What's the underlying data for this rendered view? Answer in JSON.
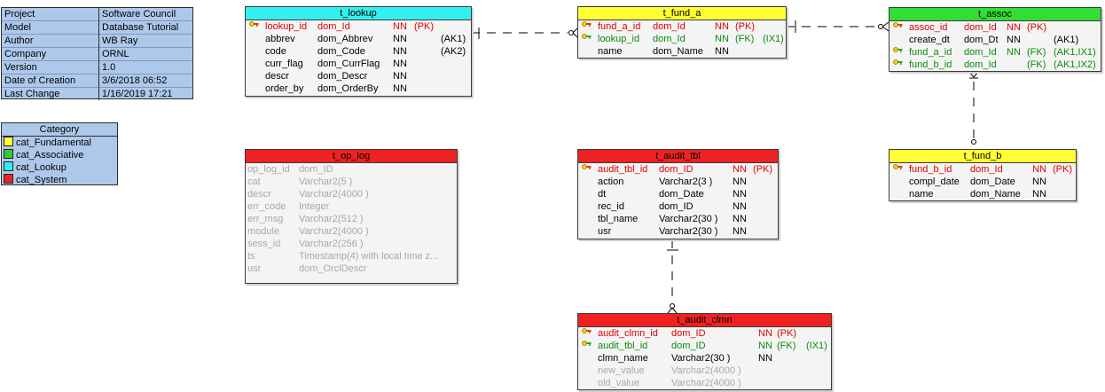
{
  "info": {
    "rows": [
      {
        "k": "Project",
        "v": "Software Council"
      },
      {
        "k": "Model",
        "v": "Database Tutorial"
      },
      {
        "k": "Author",
        "v": "WB Ray"
      },
      {
        "k": "Company",
        "v": "ORNL"
      },
      {
        "k": "Version",
        "v": "1.0"
      },
      {
        "k": "Date of Creation",
        "v": "3/6/2018 06:52"
      },
      {
        "k": "Last Change",
        "v": "1/16/2019 17:21"
      }
    ]
  },
  "legend": {
    "title": "Category",
    "items": [
      {
        "label": "cat_Fundamental",
        "color": "#ffff33"
      },
      {
        "label": "cat_Associative",
        "color": "#33cc33"
      },
      {
        "label": "cat_Lookup",
        "color": "#33eeee"
      },
      {
        "label": "cat_System",
        "color": "#ee2222"
      }
    ]
  },
  "entities": {
    "t_lookup": {
      "title": "t_lookup",
      "color": "#33f0f0",
      "rows": [
        {
          "key": "pk",
          "name": "lookup_id",
          "type": "dom_Id",
          "nn": "NN",
          "tag": "(PK)",
          "ak": "",
          "style": "red"
        },
        {
          "key": "",
          "name": "abbrev",
          "type": "dom_Abbrev",
          "nn": "NN",
          "tag": "",
          "ak": "(AK1)",
          "style": ""
        },
        {
          "key": "",
          "name": "code",
          "type": "dom_Code",
          "nn": "NN",
          "tag": "",
          "ak": "(AK2)",
          "style": ""
        },
        {
          "key": "",
          "name": "curr_flag",
          "type": "dom_CurrFlag",
          "nn": "NN",
          "tag": "",
          "ak": "",
          "style": ""
        },
        {
          "key": "",
          "name": "descr",
          "type": "dom_Descr",
          "nn": "NN",
          "tag": "",
          "ak": "",
          "style": ""
        },
        {
          "key": "",
          "name": "order_by",
          "type": "dom_OrderBy",
          "nn": "NN",
          "tag": "",
          "ak": "",
          "style": ""
        }
      ]
    },
    "t_fund_a": {
      "title": "t_fund_a",
      "color": "#ffff33",
      "rows": [
        {
          "key": "pk",
          "name": "fund_a_id",
          "type": "dom_Id",
          "nn": "NN",
          "tag": "(PK)",
          "ak": "",
          "style": "red"
        },
        {
          "key": "fk",
          "name": "lookup_id",
          "type": "dom_Id",
          "nn": "NN",
          "tag": "(FK)",
          "ak": "(IX1)",
          "style": "green"
        },
        {
          "key": "",
          "name": "name",
          "type": "dom_Name",
          "nn": "NN",
          "tag": "",
          "ak": "",
          "style": ""
        }
      ]
    },
    "t_assoc": {
      "title": "t_assoc",
      "color": "#33dd33",
      "rows": [
        {
          "key": "pk",
          "name": "assoc_id",
          "type": "dom_Id",
          "nn": "NN",
          "tag": "(PK)",
          "ak": "",
          "style": "red"
        },
        {
          "key": "",
          "name": "create_dt",
          "type": "dom_Dt",
          "nn": "NN",
          "tag": "",
          "ak": "(AK1)",
          "style": ""
        },
        {
          "key": "fk",
          "name": "fund_a_id",
          "type": "dom_Id",
          "nn": "NN",
          "tag": "(FK)",
          "ak": "(AK1,IX1)",
          "style": "green"
        },
        {
          "key": "fk",
          "name": "fund_b_id",
          "type": "dom_Id",
          "nn": "",
          "tag": "(FK)",
          "ak": "(AK1,IX2)",
          "style": "green"
        }
      ]
    },
    "t_op_log": {
      "title": "t_op_log",
      "color": "#ee2222",
      "rows": [
        {
          "key": "",
          "name": "op_log_id",
          "type": "dom_ID",
          "nn": "",
          "tag": "",
          "ak": "",
          "style": "gray"
        },
        {
          "key": "",
          "name": "cat",
          "type": "Varchar2(5 )",
          "nn": "",
          "tag": "",
          "ak": "",
          "style": "gray"
        },
        {
          "key": "",
          "name": "descr",
          "type": "Varchar2(4000 )",
          "nn": "",
          "tag": "",
          "ak": "",
          "style": "gray"
        },
        {
          "key": "",
          "name": "err_code",
          "type": "Integer",
          "nn": "",
          "tag": "",
          "ak": "",
          "style": "gray"
        },
        {
          "key": "",
          "name": "err_msg",
          "type": "Varchar2(512 )",
          "nn": "",
          "tag": "",
          "ak": "",
          "style": "gray"
        },
        {
          "key": "",
          "name": "module",
          "type": "Varchar2(4000 )",
          "nn": "",
          "tag": "",
          "ak": "",
          "style": "gray"
        },
        {
          "key": "",
          "name": "sess_id",
          "type": "Varchar2(256 )",
          "nn": "",
          "tag": "",
          "ak": "",
          "style": "gray"
        },
        {
          "key": "",
          "name": "ts",
          "type": "Timestamp(4) with local time z...",
          "nn": "",
          "tag": "",
          "ak": "",
          "style": "gray"
        },
        {
          "key": "",
          "name": "usr",
          "type": "dom_OrclDescr",
          "nn": "",
          "tag": "",
          "ak": "",
          "style": "gray"
        }
      ]
    },
    "t_audit_tbl": {
      "title": "t_audit_tbl",
      "color": "#ee2222",
      "rows": [
        {
          "key": "pk",
          "name": "audit_tbl_id",
          "type": "dom_ID",
          "nn": "NN",
          "tag": "(PK)",
          "ak": "",
          "style": "red"
        },
        {
          "key": "",
          "name": "action",
          "type": "Varchar2(3 )",
          "nn": "NN",
          "tag": "",
          "ak": "",
          "style": ""
        },
        {
          "key": "",
          "name": "dt",
          "type": "dom_Date",
          "nn": "NN",
          "tag": "",
          "ak": "",
          "style": ""
        },
        {
          "key": "",
          "name": "rec_id",
          "type": "dom_ID",
          "nn": "NN",
          "tag": "",
          "ak": "",
          "style": ""
        },
        {
          "key": "",
          "name": "tbl_name",
          "type": "Varchar2(30 )",
          "nn": "NN",
          "tag": "",
          "ak": "",
          "style": ""
        },
        {
          "key": "",
          "name": "usr",
          "type": "Varchar2(30 )",
          "nn": "NN",
          "tag": "",
          "ak": "",
          "style": ""
        }
      ]
    },
    "t_fund_b": {
      "title": "t_fund_b",
      "color": "#ffff33",
      "rows": [
        {
          "key": "pk",
          "name": "fund_b_id",
          "type": "dom_Id",
          "nn": "NN",
          "tag": "(PK)",
          "ak": "",
          "style": "red"
        },
        {
          "key": "",
          "name": "compl_date",
          "type": "dom_Date",
          "nn": "NN",
          "tag": "",
          "ak": "",
          "style": ""
        },
        {
          "key": "",
          "name": "name",
          "type": "dom_Name",
          "nn": "NN",
          "tag": "",
          "ak": "",
          "style": ""
        }
      ]
    },
    "t_audit_clmn": {
      "title": "t_audit_clmn",
      "color": "#ee2222",
      "rows": [
        {
          "key": "pk",
          "name": "audit_clmn_id",
          "type": "dom_ID",
          "nn": "NN",
          "tag": "(PK)",
          "ak": "",
          "style": "red"
        },
        {
          "key": "fk",
          "name": "audit_tbl_id",
          "type": "dom_ID",
          "nn": "NN",
          "tag": "(FK)",
          "ak": "(IX1)",
          "style": "green"
        },
        {
          "key": "",
          "name": "clmn_name",
          "type": "Varchar2(30 )",
          "nn": "NN",
          "tag": "",
          "ak": "",
          "style": ""
        },
        {
          "key": "",
          "name": "new_value",
          "type": "Varchar2(4000 )",
          "nn": "",
          "tag": "",
          "ak": "",
          "style": "gray"
        },
        {
          "key": "",
          "name": "old_value",
          "type": "Varchar2(4000 )",
          "nn": "",
          "tag": "",
          "ak": "",
          "style": "gray"
        }
      ]
    }
  },
  "relationships": [
    {
      "from": "t_lookup",
      "to": "t_fund_a",
      "type": "one-to-many-optional"
    },
    {
      "from": "t_fund_a",
      "to": "t_assoc",
      "type": "one-to-many-optional"
    },
    {
      "from": "t_fund_b",
      "to": "t_assoc",
      "type": "one-to-many-optional"
    },
    {
      "from": "t_audit_tbl",
      "to": "t_audit_clmn",
      "type": "one-to-many-optional"
    }
  ]
}
